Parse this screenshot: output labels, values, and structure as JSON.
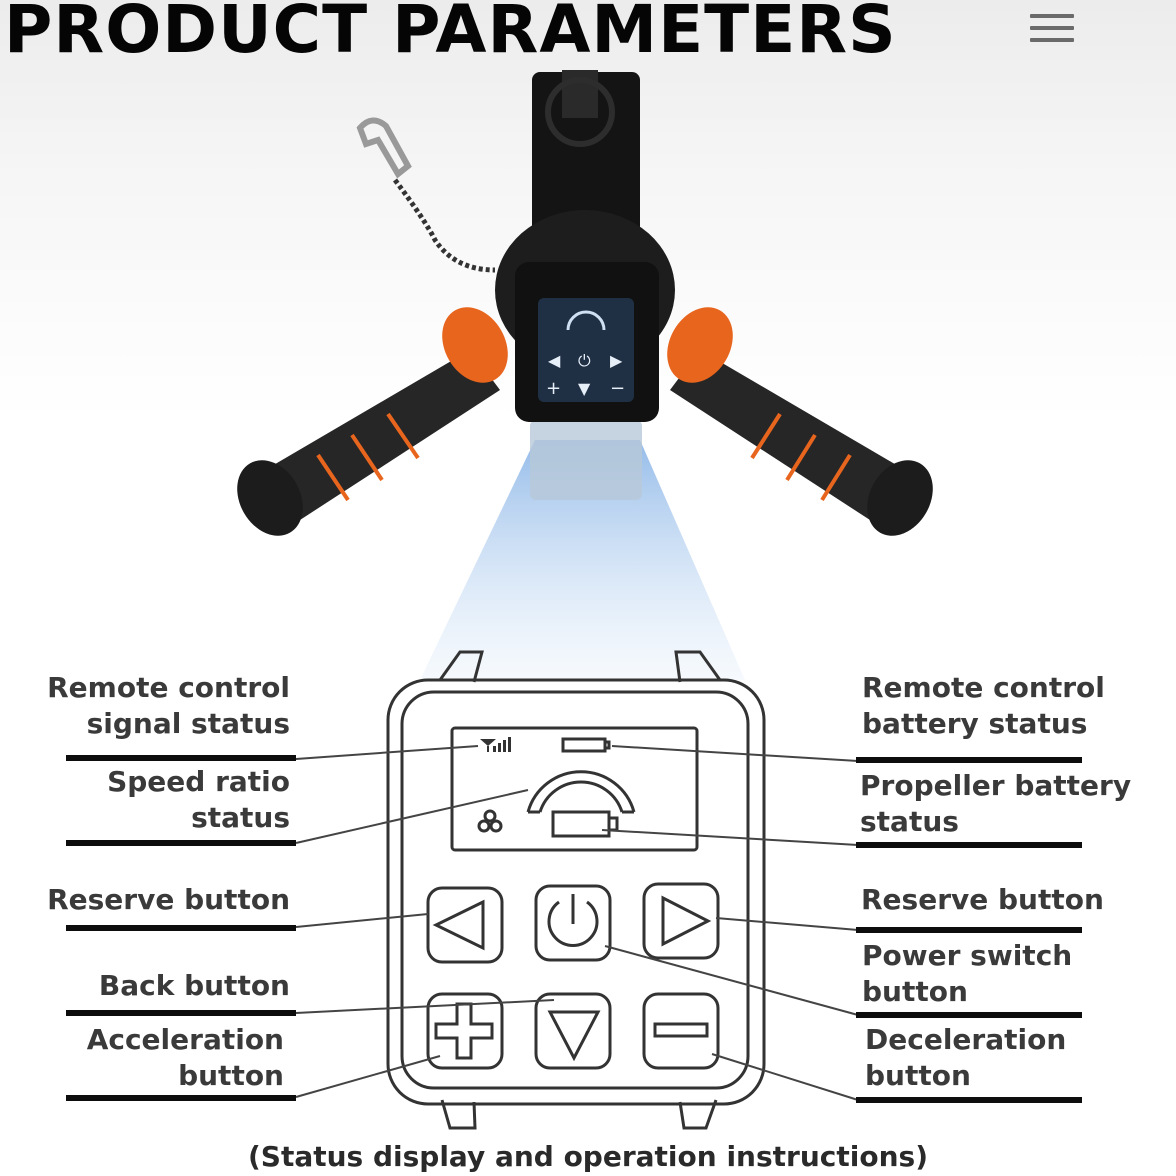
{
  "header": {
    "title": "PRODUCT PARAMETERS",
    "menu_icon": "hamburger-menu-icon"
  },
  "labels": {
    "left": {
      "signal_status": [
        "Remote control",
        "signal status"
      ],
      "speed_ratio": [
        "Speed ratio",
        "status"
      ],
      "reserve": [
        "Reserve button"
      ],
      "back": [
        "Back button"
      ],
      "acceleration": [
        "Acceleration",
        "button"
      ]
    },
    "right": {
      "remote_battery": [
        "Remote control",
        "battery status"
      ],
      "propeller_battery": [
        "Propeller battery",
        "status"
      ],
      "reserve": [
        "Reserve button"
      ],
      "power_switch": [
        "Power switch",
        "button"
      ],
      "deceleration": [
        "Deceleration",
        "button"
      ]
    }
  },
  "caption": "(Status display and operation instructions)",
  "colors": {
    "accent_orange": "#e8651e",
    "beam_blue": "#a9cbee",
    "label_gray": "#3a3a3a"
  }
}
